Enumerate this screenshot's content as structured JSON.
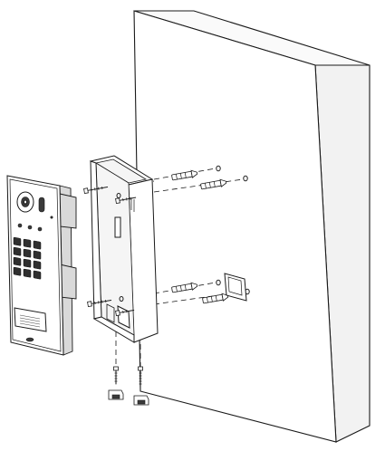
{
  "figure": {
    "kind": "exploded installation diagram",
    "parts": [
      "wall",
      "surface-mount-box",
      "door-station-panel",
      "wall-anchors",
      "mounting-screws",
      "bottom-fixing-screws",
      "bottom-clips"
    ],
    "counts": {
      "wall_anchors": 4,
      "mounting_screws": 4,
      "keypad_keys": 12,
      "indicator_leds": 3,
      "bottom_screws": 2,
      "bottom_clips": 2
    },
    "colors": {
      "line": "#1a1a1a",
      "wall_side": "#f2f2f2",
      "panel_side": "#d9d9d9",
      "keys": "#2f2f2f"
    }
  }
}
